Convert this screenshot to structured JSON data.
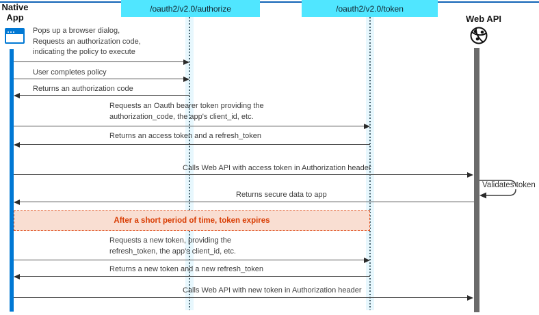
{
  "actors": {
    "native_app": {
      "label_line1": "Native",
      "label_line2": "App",
      "icon": "browser-window-icon"
    },
    "web_api": {
      "label": "Web API",
      "icon": "globe-network-icon"
    }
  },
  "endpoints": {
    "authorize": {
      "label": "/oauth2/v2.0/authorize"
    },
    "token": {
      "label": "/oauth2/v2.0/token"
    }
  },
  "messages": [
    {
      "from": "native-app",
      "to": "authorize",
      "lines": [
        "Pops up a browser dialog,",
        "Requests an authorization code,",
        "indicating the policy to execute"
      ]
    },
    {
      "from": "native-app",
      "to": "authorize",
      "lines": [
        "User completes policy"
      ]
    },
    {
      "from": "authorize",
      "to": "native-app",
      "lines": [
        "Returns an authorization code"
      ]
    },
    {
      "from": "native-app",
      "to": "token",
      "lines": [
        "Requests an Oauth bearer token providing the",
        "authorization_code, the app's client_id, etc."
      ]
    },
    {
      "from": "token",
      "to": "native-app",
      "lines": [
        "Returns an access token and a refresh_token"
      ]
    },
    {
      "from": "native-app",
      "to": "web-api",
      "lines": [
        "Calls Web API with access token in Authorization header"
      ]
    },
    {
      "from": "web-api",
      "to": "web-api",
      "lines": [
        "Validates token"
      ]
    },
    {
      "from": "web-api",
      "to": "native-app",
      "lines": [
        "Returns secure data to app"
      ]
    },
    {
      "from": "native-app",
      "to": "token",
      "lines": [
        "Requests a new token, providing the",
        "refresh_token, the app's client_id, etc."
      ]
    },
    {
      "from": "token",
      "to": "native-app",
      "lines": [
        "Returns a new token and a new refresh_token"
      ]
    },
    {
      "from": "native-app",
      "to": "web-api",
      "lines": [
        "Calls Web API with new token in Authorization header"
      ]
    }
  ],
  "note": {
    "text": "After a short period of time, token expires"
  },
  "colors": {
    "endpoint_bg": "#50e6ff",
    "native_activation_bar": "#0078d4",
    "web_api_activation_bar": "#6b6b6b",
    "top_line": "#0f62b5",
    "note_bg": "#f9ded2",
    "note_border": "#e0511f",
    "note_text": "#d83b01",
    "lifeline_band": "#e7f7fd"
  }
}
